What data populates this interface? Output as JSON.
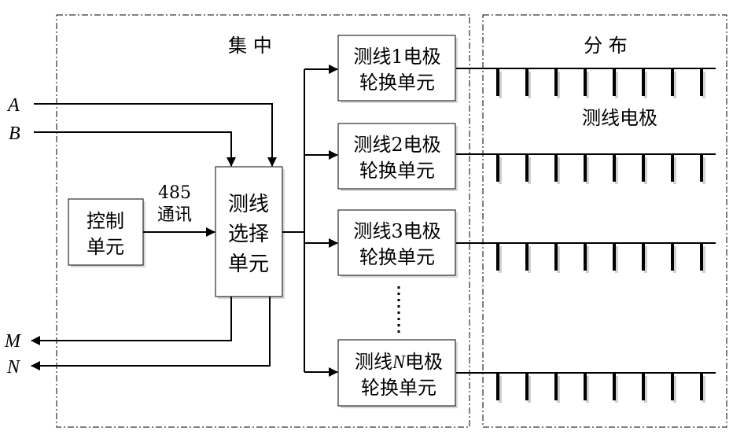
{
  "regions": {
    "centralized": {
      "title": "集 中"
    },
    "distributed": {
      "title": "分 布",
      "electrode_label": "测线电极"
    }
  },
  "inputs": [
    {
      "name": "A"
    },
    {
      "name": "B"
    }
  ],
  "outputs": [
    {
      "name": "M"
    },
    {
      "name": "N"
    }
  ],
  "control_unit": {
    "lines": [
      "控制",
      "单元"
    ]
  },
  "link": {
    "lines": [
      "485",
      "通讯"
    ]
  },
  "selector_unit": {
    "lines": [
      "测线",
      "选择",
      "单元"
    ]
  },
  "switch_units": [
    {
      "line1": "测线1电极",
      "line2": "轮换单元",
      "index": "1"
    },
    {
      "line1": "测线2电极",
      "line2": "轮换单元",
      "index": "2"
    },
    {
      "line1": "测线3电极",
      "line2": "轮换单元",
      "index": "3"
    },
    {
      "line1_prefix": "测线",
      "line1_var": "N",
      "line1_suffix": "电极",
      "line2": "轮换单元",
      "index": "N"
    }
  ],
  "ellipsis": "⋮",
  "electrodes_per_line": 8,
  "colors": {
    "stroke": "#000000",
    "shadow": "#d0d0d0"
  }
}
